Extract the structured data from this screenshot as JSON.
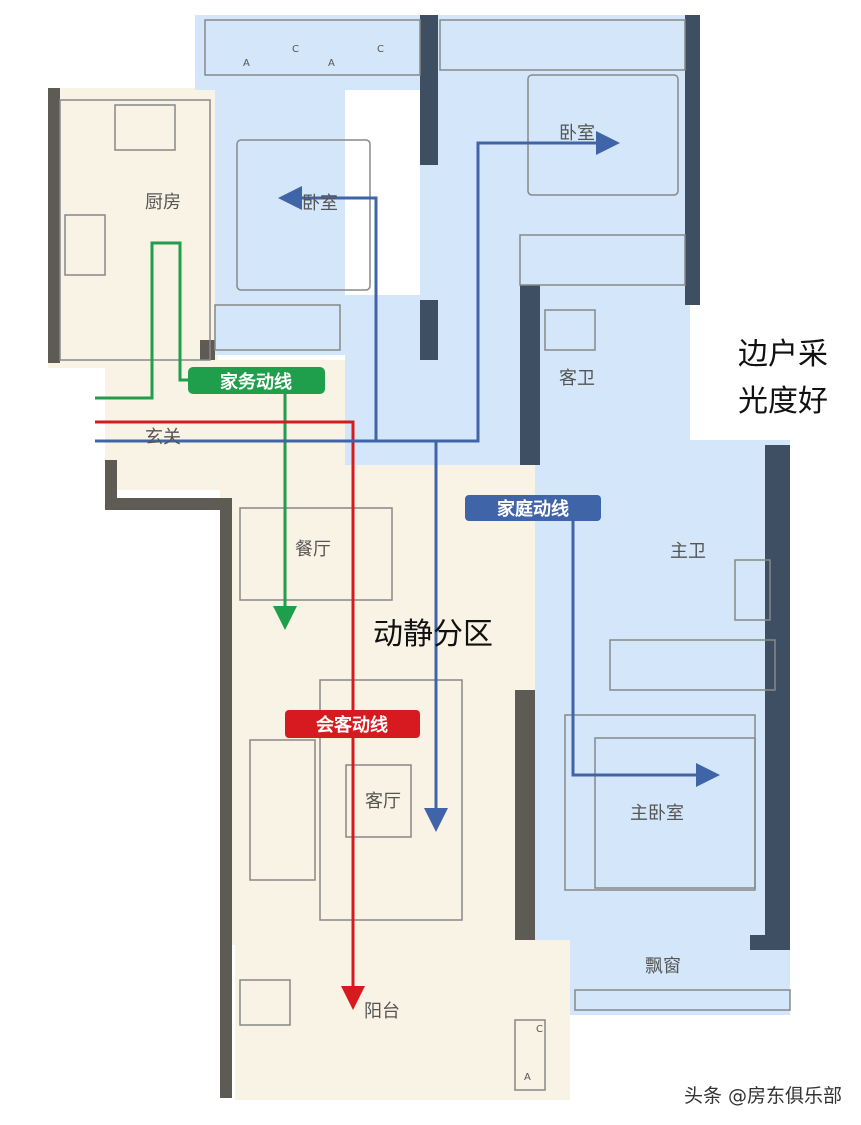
{
  "colors": {
    "warm_zone": "#f8f3e4",
    "cool_zone": "#d4e7fa",
    "wall": "#5e5b55",
    "wall_blue": "#3f4f63",
    "housework_line": "#1f9e4c",
    "guest_line": "#d71a1f",
    "family_line": "#3f65a8"
  },
  "rooms": {
    "kitchen": "厨房",
    "bedroom_left": "卧室",
    "bedroom_right": "卧室",
    "guest_bath": "客卫",
    "entrance": "玄关",
    "dining": "餐厅",
    "master_bath": "主卫",
    "living": "客厅",
    "master_bedroom": "主卧室",
    "bay_window": "飘窗",
    "balcony": "阳台"
  },
  "ac_label": {
    "a": "A",
    "c": "C"
  },
  "flow_labels": {
    "housework": "家务动线",
    "guest": "会客动线",
    "family": "家庭动线"
  },
  "annotations": {
    "zoning": "动静分区",
    "corner_line1": "边户采",
    "corner_line2": "光度好"
  },
  "watermark": "头条 @房东俱乐部"
}
